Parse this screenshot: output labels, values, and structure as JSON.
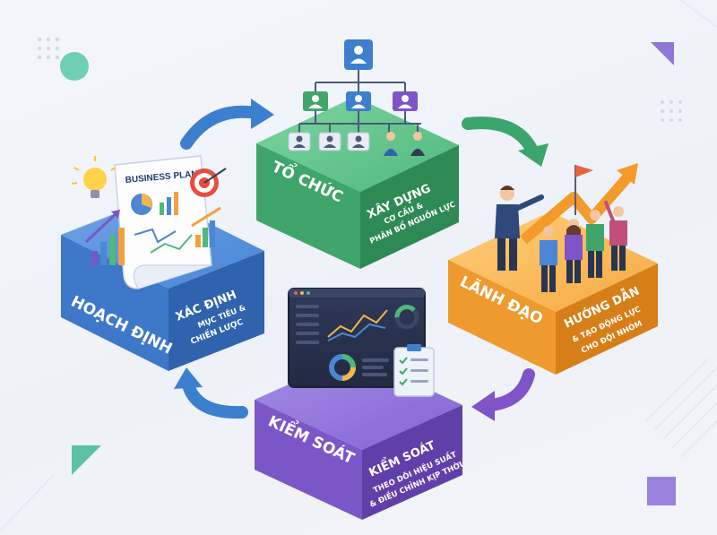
{
  "palette": {
    "blue": "#3f78c8",
    "green": "#3fa56a",
    "orange": "#ef9a2e",
    "purple": "#7b56c6",
    "arrow_blue": "#3d7fcf",
    "arrow_green": "#3aa56c",
    "arrow_purple": "#7f54c8"
  },
  "stages": {
    "planning": {
      "title": "HOẠCH ĐỊNH",
      "sub1": "XÁC ĐỊNH",
      "sub2": "MỤC TIÊU &",
      "sub3": "CHIẾN LƯỢC",
      "doc_title": "BUSINESS PLAN"
    },
    "organizing": {
      "title": "TỔ CHỨC",
      "sub1": "XÂY DỰNG",
      "sub2": "CƠ CẤU &",
      "sub3": "PHÂN BỔ NGUỒN LỰC"
    },
    "leading": {
      "title": "LÃNH ĐẠO",
      "sub1": "HƯỚNG DẪN",
      "sub2": "& TẠO ĐỘNG LỰC",
      "sub3": "CHO ĐỘI NHÓM"
    },
    "controlling": {
      "title": "KIỂM SOÁT",
      "sub1": "KIỂM SOÁT",
      "sub2": "THEO DÕI HIỆU SUẤT",
      "sub3": "& ĐIỀU CHỈNH KỊP THỜI"
    }
  },
  "icons": [
    "lightbulb-icon",
    "target-icon",
    "org-chart-icon",
    "flag-icon",
    "growth-arrow-icon",
    "dashboard-icon",
    "checklist-icon",
    "cycle-arrow-icon"
  ]
}
